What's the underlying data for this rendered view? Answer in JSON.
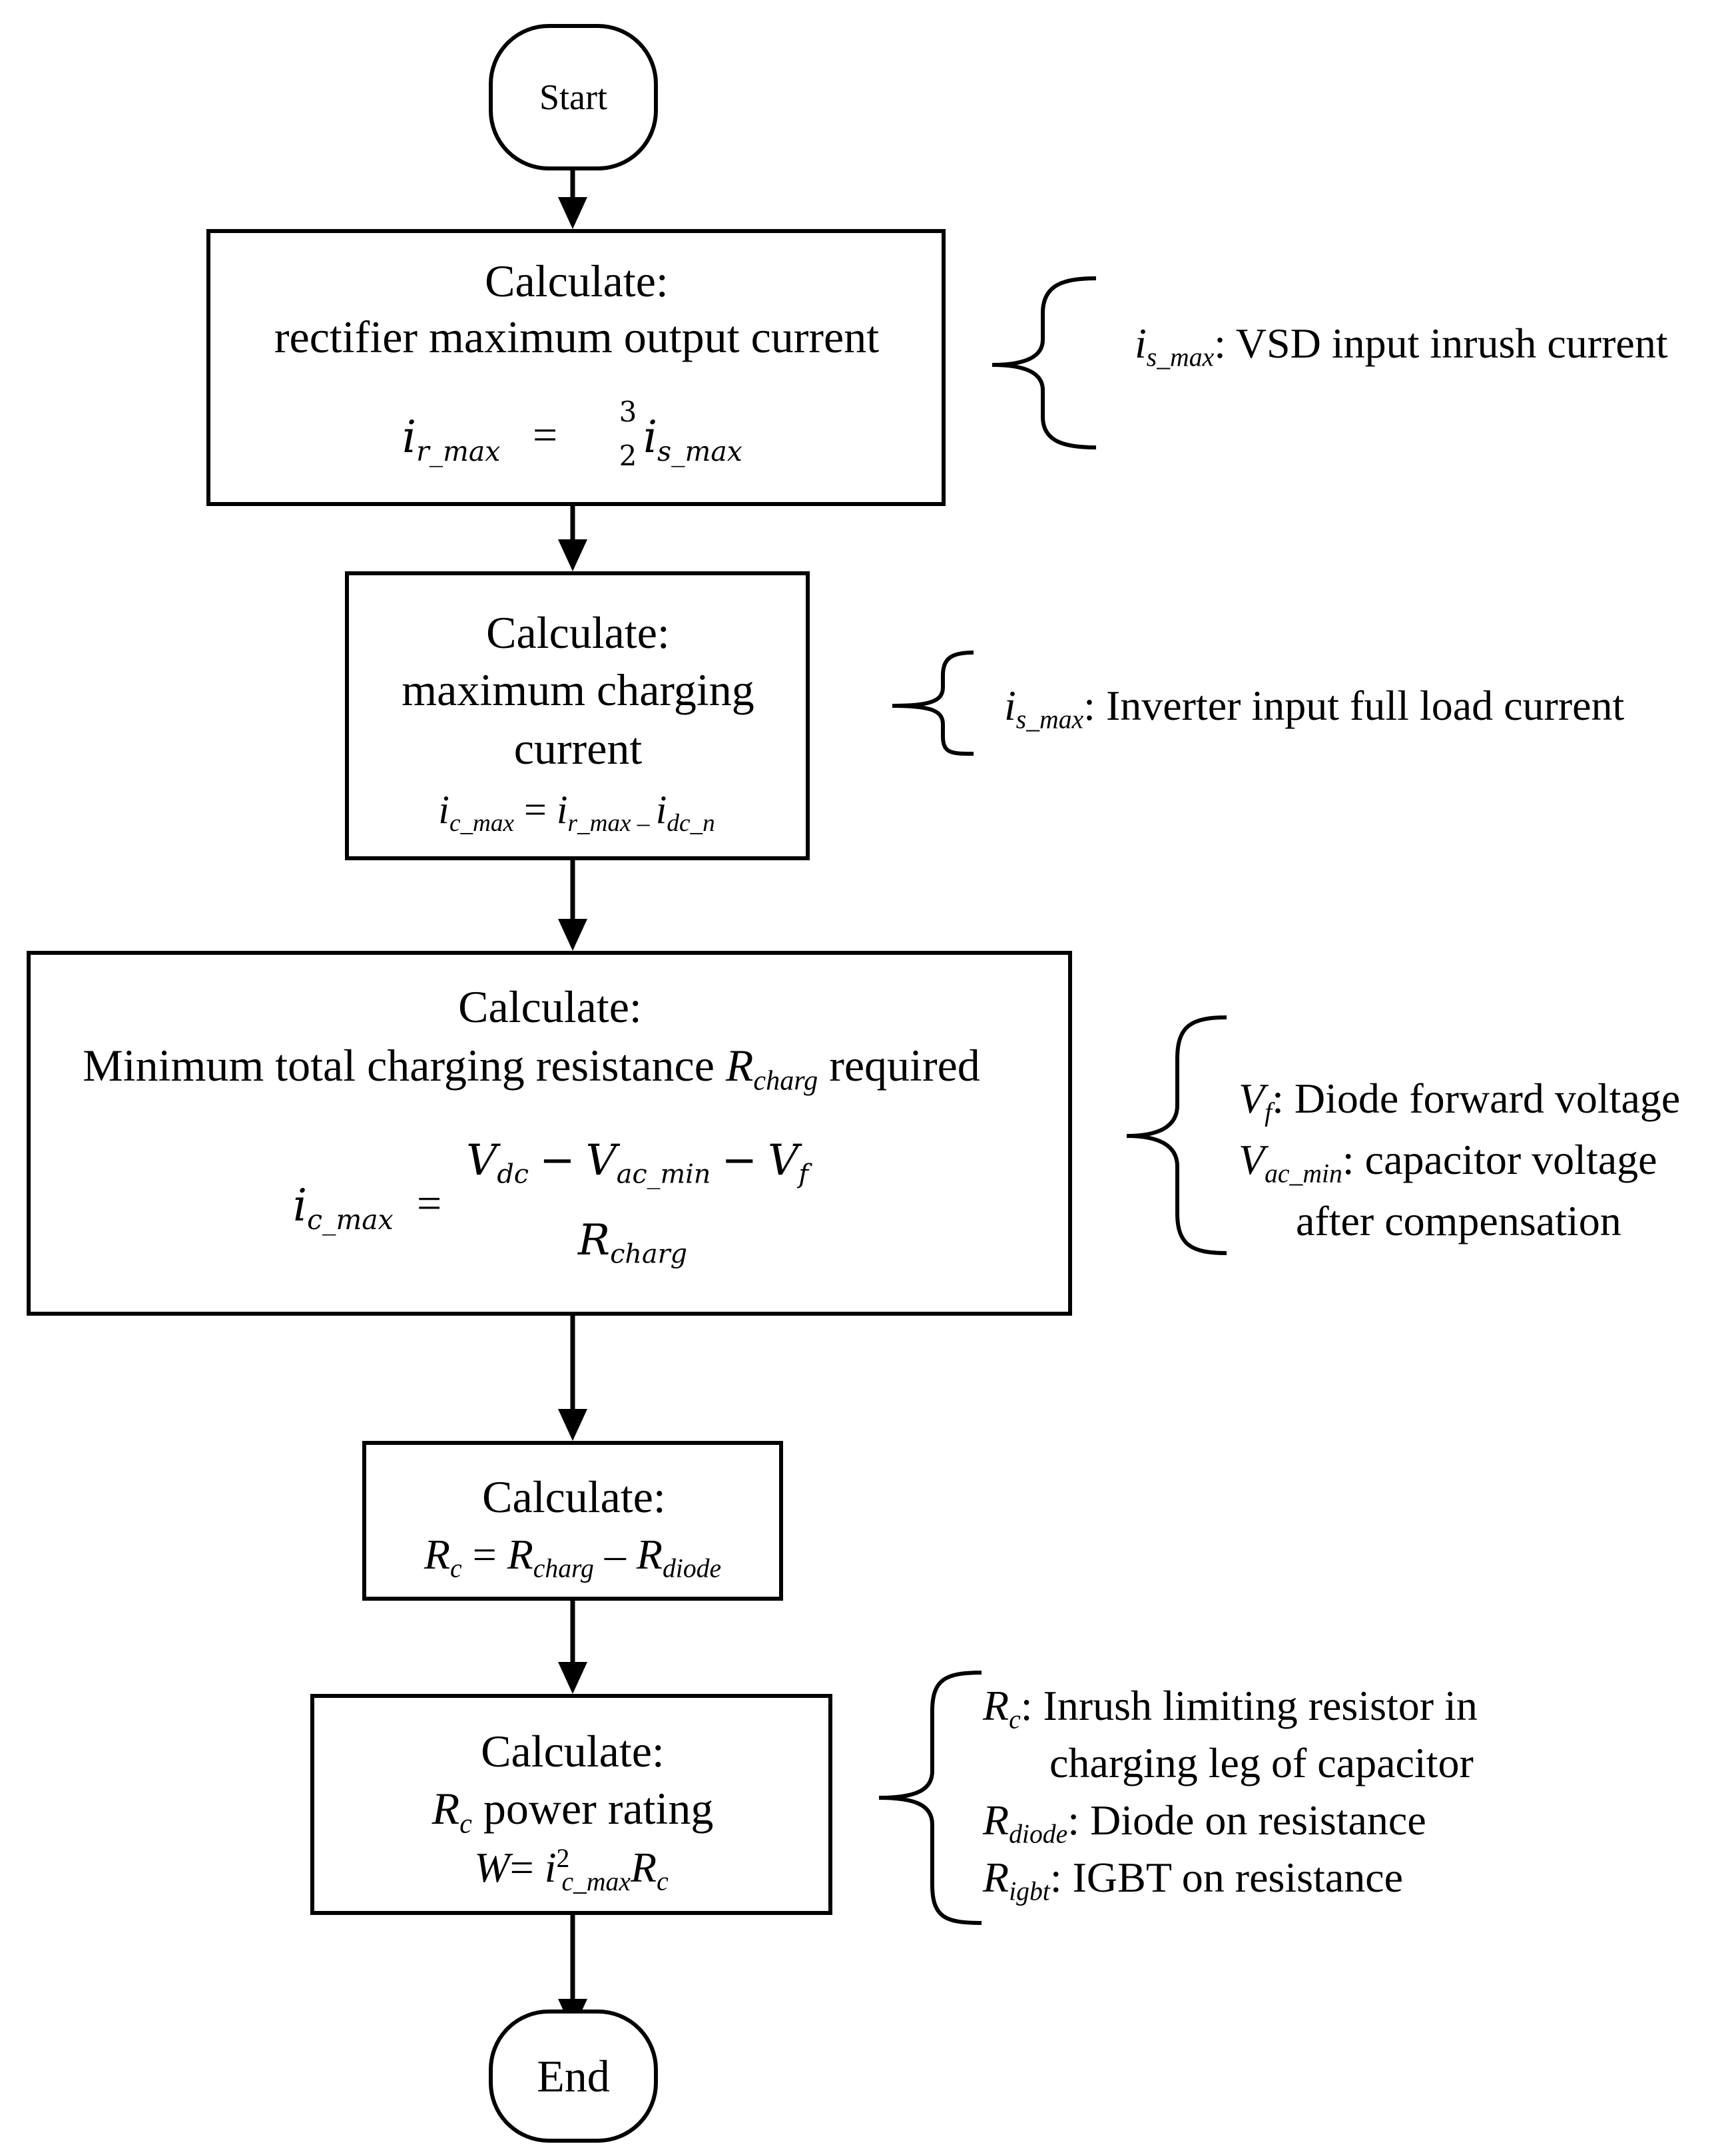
{
  "start_label": "Start",
  "end_label": "End",
  "step1": {
    "title": "Calculate:",
    "line2": "rectifier maximum output current",
    "formula_lhs_var": "i",
    "formula_lhs_sub": "r_max",
    "equals": "=",
    "frac_num": "3",
    "frac_den": "2",
    "formula_rhs_var": "i",
    "formula_rhs_sub": "s_max",
    "note_var": "i",
    "note_sub": "s_max",
    "note_text": ": VSD input inrush current"
  },
  "step2": {
    "title": "Calculate:",
    "line2": "maximum charging",
    "line3": "current",
    "lhs_var": "i",
    "lhs_sub": "c_max",
    "eq": " = ",
    "t1_var": "i",
    "t1_sub": "r_max – ",
    "t2_var": "i",
    "t2_sub": "dc_n",
    "note_var": "i",
    "note_sub": "s_max",
    "note_text": ": Inverter input full load current"
  },
  "step3": {
    "title": "Calculate:",
    "line2_pre": "Minimum total charging resistance ",
    "line2_var": "R",
    "line2_sub": "charg",
    "line2_post": " required",
    "lhs_var": "i",
    "lhs_sub": "c_max",
    "equals": "=",
    "num_a": "V",
    "num_a_sub": "dc",
    "minus1": "−",
    "num_b": "V",
    "num_b_sub": "ac_min",
    "minus2": "−",
    "num_c": "V",
    "num_c_sub": "f",
    "den": "R",
    "den_sub": "charg",
    "note1_var": "V",
    "note1_sub": "f",
    "note1_text": ": Diode forward voltage",
    "note2_var": "V",
    "note2_sub": "ac_min",
    "note2_text": ": capacitor voltage",
    "note3_text": "after compensation"
  },
  "step4": {
    "title": "Calculate:",
    "lhs_var": "R",
    "lhs_sub": "c",
    "eq": " = ",
    "a_var": "R",
    "a_sub": "charg",
    "minus": " – ",
    "b_var": "R",
    "b_sub": "diode"
  },
  "step5": {
    "title": "Calculate:",
    "line2_var": "R",
    "line2_sub": "c",
    "line2_text": " power rating",
    "w_var": "W",
    "w_eq": "= ",
    "w_i": "i",
    "w_sup": "2",
    "w_sub": "c_max",
    "w_r": "R",
    "w_r_sub": "c",
    "note1_var": "R",
    "note1_sub": "c",
    "note1_text": ": Inrush limiting resistor in",
    "note2_text": "charging leg of capacitor",
    "note3_var": "R",
    "note3_sub": "diode",
    "note3_text": ": Diode on resistance",
    "note4_var": "R",
    "note4_sub": "igbt",
    "note4_text": ": IGBT on resistance"
  }
}
